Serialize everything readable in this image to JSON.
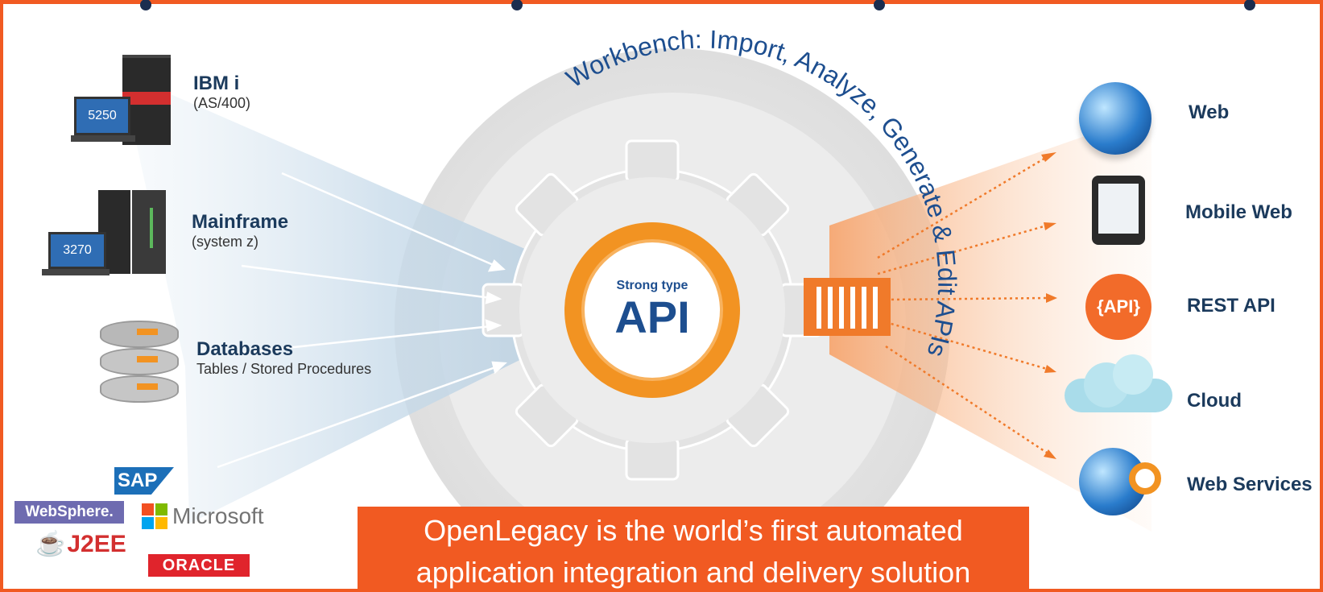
{
  "center": {
    "subtitle": "Strong type",
    "title": "API",
    "arc_text": "Workbench: Import, Analyze, Generate & Edit APIs"
  },
  "sources": [
    {
      "title": "IBM i",
      "subtitle": "(AS/400)",
      "screen_label": "5250"
    },
    {
      "title": "Mainframe",
      "subtitle": "(system z)",
      "screen_label": "3270"
    },
    {
      "title": "Databases",
      "subtitle": "Tables / Stored Procedures"
    }
  ],
  "vendor_logos": {
    "sap": "SAP",
    "websphere": "WebSphere.",
    "microsoft": "Microsoft",
    "j2ee": "J2EE",
    "oracle": "ORACLE"
  },
  "targets": [
    {
      "label": "Web",
      "icon": "globe-icon"
    },
    {
      "label": "Mobile Web",
      "icon": "mobile-phone-icon"
    },
    {
      "label": "REST API",
      "icon": "rest-api-badge-icon",
      "badge": "{API}"
    },
    {
      "label": "Cloud",
      "icon": "cloud-icon"
    },
    {
      "label": "Web Services",
      "icon": "globe-gear-icon"
    }
  ],
  "banner": {
    "text": "OpenLegacy is the world’s first automated application integration and delivery solution"
  },
  "colors": {
    "accent": "#f15a22",
    "navy": "#1b3a5c",
    "api_blue": "#1d4e8f"
  }
}
